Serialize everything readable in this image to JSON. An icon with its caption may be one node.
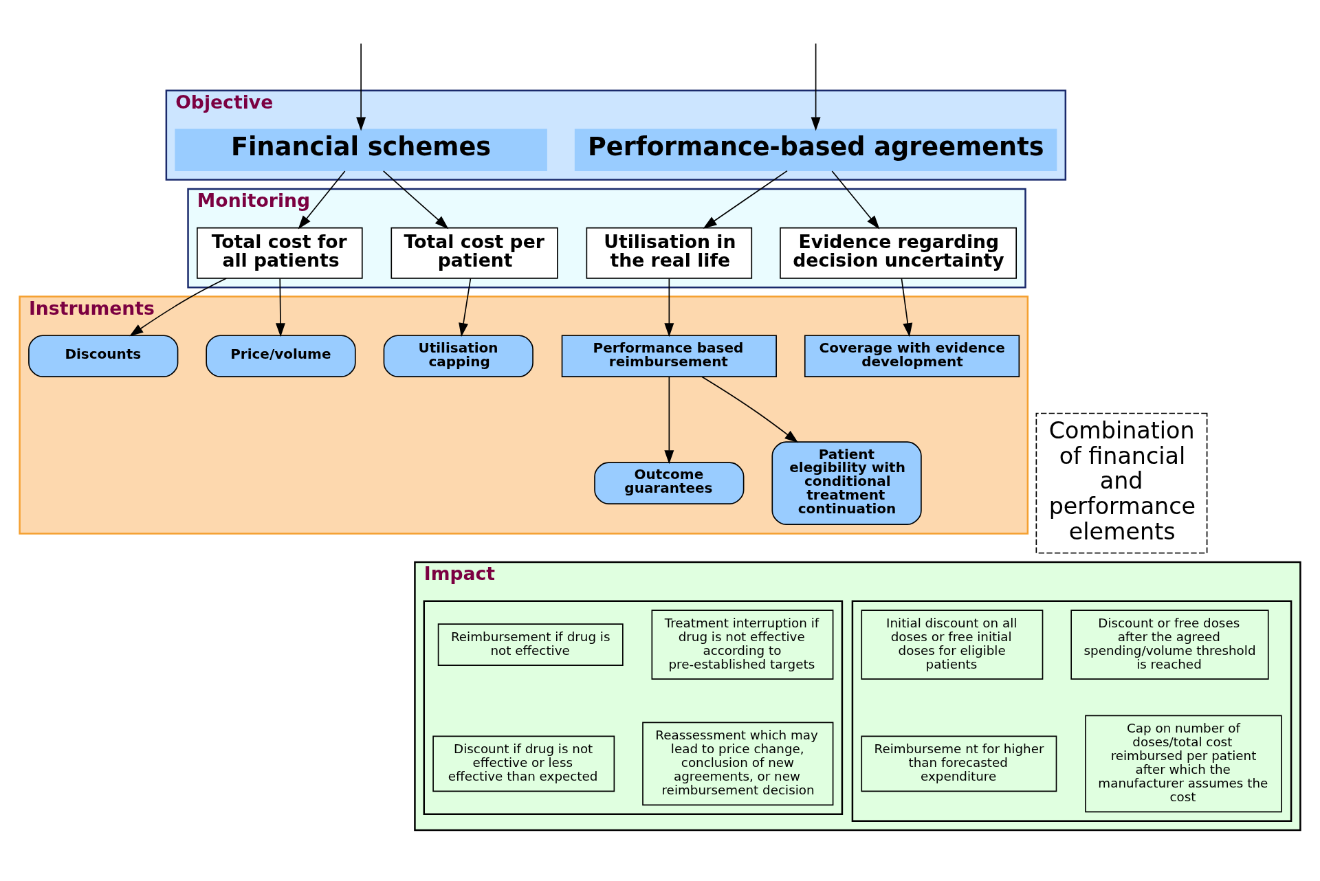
{
  "diagram": {
    "nodes": [
      {
        "text": [
          "Objective"
        ]
      },
      {
        "text": [
          "Financial schemes"
        ],
        "in": 0
      },
      {
        "text": [
          "Performance-based agreements"
        ],
        "in": 0
      },
      {
        "text": [
          "Monitoring"
        ]
      },
      {
        "text": [
          "Total cost for all patients"
        ],
        "in": 3
      },
      {
        "text": [
          "Total cost per patient"
        ],
        "in": 3
      },
      {
        "text": [
          "Utilisation in the real life"
        ],
        "in": 3
      },
      {
        "text": [
          "Evidence regarding decision uncertainty"
        ],
        "in": 3
      },
      {
        "text": [
          "Instruments"
        ]
      },
      {
        "text": [
          "Performance based reimbursement"
        ],
        "in": 8
      },
      {
        "text": [
          "Coverage with evidence development"
        ],
        "in": 8
      },
      {
        "text": [
          "Discounts"
        ],
        "in": 8
      },
      {
        "text": [
          "Price/volume"
        ],
        "in": 8
      },
      {
        "text": [
          "Utilisation capping"
        ],
        "in": 8
      },
      {
        "text": [
          "Outcome guarantees"
        ],
        "in": 8
      },
      {
        "text": [
          "Patient elegibility with conditional treatment continuation"
        ],
        "in": 8
      },
      {
        "text": [
          "Combination of financial and performance elements"
        ]
      },
      {
        "text": [
          "Impact"
        ]
      },
      {
        "text": [],
        "shape": "box",
        "in": 17
      },
      {
        "text": [
          "Initial discount on all doses or free initial doses for eligible patients"
        ],
        "in": 18
      },
      {
        "text": [
          "Discount or free doses after the agreed spending/volume threshold is reached"
        ],
        "in": 18
      },
      {
        "text": [
          "Reimburseme nt for higher than forecasted expenditure"
        ],
        "in": 18
      },
      {
        "text": [
          "Cap on number of doses/total cost reimbursed per patient after which the manufacturer assumes the cost"
        ],
        "in": 18
      },
      {
        "text": [],
        "shape": "box",
        "in": 17
      },
      {
        "text": [
          "Reimbursement if drug is not effective"
        ],
        "in": 23
      },
      {
        "text": [
          "Treatment interruption if drug is not effective according to pre-established targets"
        ],
        "in": 23
      },
      {
        "text": [
          "Discount if drug is not effective or less effective than expected"
        ],
        "in": 23
      },
      {
        "text": [
          "Reassessment which may lead to price change, conclusion of new agreements, or new reimbursement decision"
        ],
        "in": 23
      }
    ],
    "edges": [
      {
        "from": null,
        "to": 1,
        "arrow": "to"
      },
      {
        "from": null,
        "to": 2,
        "arrow": "to"
      },
      {
        "from": 1,
        "to": 4,
        "arrow": "to"
      },
      {
        "from": 1,
        "to": 5,
        "arrow": "to"
      },
      {
        "from": 2,
        "to": 6,
        "arrow": "to"
      },
      {
        "from": 2,
        "to": 7,
        "arrow": "to"
      },
      {
        "from": 6,
        "to": 9,
        "arrow": "to"
      },
      {
        "from": 7,
        "to": 10,
        "arrow": "to"
      },
      {
        "from": 4,
        "to": 11,
        "arrow": "to"
      },
      {
        "from": 4,
        "to": 12,
        "arrow": "to"
      },
      {
        "from": 5,
        "to": 13,
        "arrow": "to"
      },
      {
        "from": 9,
        "to": 14,
        "arrow": "to"
      },
      {
        "from": 9,
        "to": 15,
        "arrow": "to"
      }
    ]
  }
}
